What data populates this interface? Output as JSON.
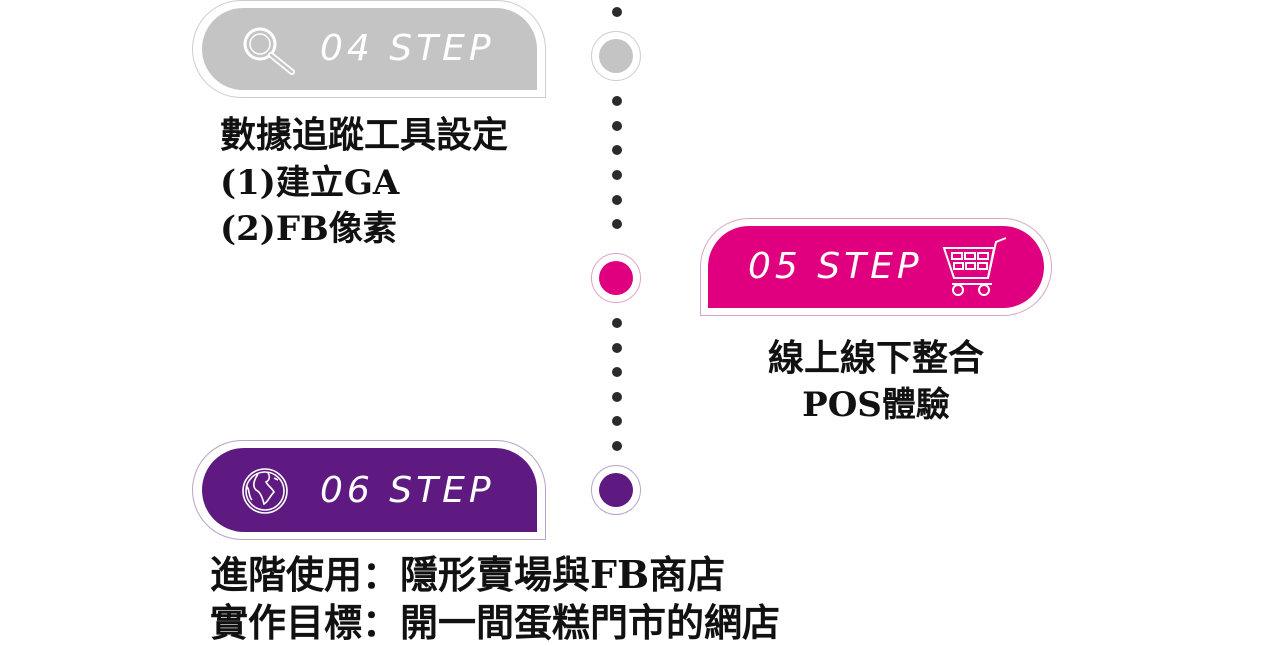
{
  "colors": {
    "step04": "#c4c4c4",
    "step05": "#e0007f",
    "step06": "#5e1a80",
    "dot": "#2b2b2b"
  },
  "steps": [
    {
      "label": "04 STEP",
      "icon": "search-icon",
      "lines": [
        "數據追蹤工具設定",
        "(1)建立GA",
        "(2)FB像素"
      ]
    },
    {
      "label": "05 STEP",
      "icon": "shopping-cart-icon",
      "lines": [
        "線上線下整合",
        "POS體驗"
      ]
    },
    {
      "label": "06 STEP",
      "icon": "globe-icon",
      "lines": [
        "進階使用：隱形賣場與FB商店",
        "實作目標：開一間蛋糕門市的網店"
      ]
    }
  ]
}
